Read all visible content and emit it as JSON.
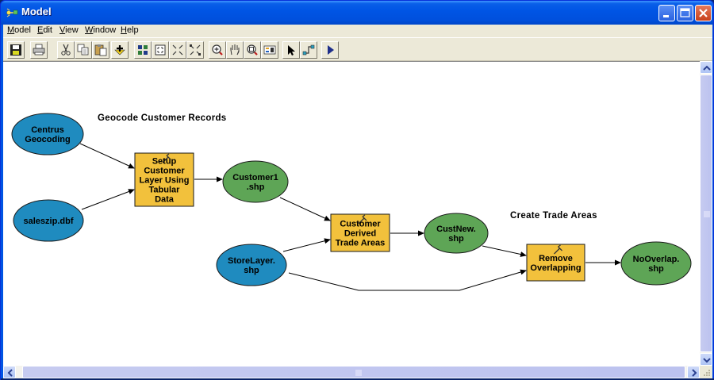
{
  "window": {
    "title": "Model",
    "controls": [
      "minimize",
      "maximize",
      "close"
    ]
  },
  "menubar": {
    "items": [
      {
        "label": "Model",
        "accel": "M"
      },
      {
        "label": "Edit",
        "accel": "E"
      },
      {
        "label": "View",
        "accel": "V"
      },
      {
        "label": "Window",
        "accel": "W"
      },
      {
        "label": "Help",
        "accel": "H"
      }
    ]
  },
  "toolbar": {
    "buttons": [
      {
        "icon": "save-icon"
      },
      {
        "icon": "print-icon"
      },
      {
        "icon": "cut-icon"
      },
      {
        "icon": "copy-icon"
      },
      {
        "icon": "paste-icon"
      },
      {
        "icon": "add-data-icon"
      },
      {
        "icon": "properties-grid-icon"
      },
      {
        "icon": "full-extent-icon"
      },
      {
        "icon": "zoom-in-fixed-icon"
      },
      {
        "icon": "zoom-out-fixed-icon"
      },
      {
        "icon": "zoom-in-icon"
      },
      {
        "icon": "pan-hand-icon"
      },
      {
        "icon": "zoom-full-icon"
      },
      {
        "icon": "auto-layout-icon"
      },
      {
        "icon": "select-pointer-icon"
      },
      {
        "icon": "add-connection-icon"
      },
      {
        "icon": "run-icon"
      }
    ]
  },
  "colors": {
    "input_data": "#1f8bbf",
    "derived_data": "#5ea556",
    "tool": "#f2c13c",
    "connector": "#000000"
  },
  "diagram": {
    "section_titles": [
      {
        "id": "geocode",
        "text": "Geocode Customer Records"
      },
      {
        "id": "trade",
        "text": "Create Trade Areas"
      }
    ],
    "nodes": [
      {
        "id": "centrus",
        "type": "input",
        "lines": [
          "Centrus",
          "Geocoding"
        ]
      },
      {
        "id": "saleszip",
        "type": "input",
        "lines": [
          "saleszip.dbf"
        ]
      },
      {
        "id": "setup",
        "type": "tool",
        "lines": [
          "Setup",
          "Customer",
          "Layer Using",
          "Tabular",
          "Data"
        ]
      },
      {
        "id": "customer1",
        "type": "derived",
        "lines": [
          "Customer1",
          ".shp"
        ]
      },
      {
        "id": "storelayer",
        "type": "input",
        "lines": [
          "StoreLayer.",
          "shp"
        ]
      },
      {
        "id": "derived",
        "type": "tool",
        "lines": [
          "Customer",
          "Derived",
          "Trade Areas"
        ]
      },
      {
        "id": "custnew",
        "type": "derived",
        "lines": [
          "CustNew.",
          "shp"
        ]
      },
      {
        "id": "remove",
        "type": "tool",
        "lines": [
          "Remove",
          "Overlapping"
        ]
      },
      {
        "id": "nooverlap",
        "type": "derived",
        "lines": [
          "NoOverlap.",
          "shp"
        ]
      }
    ],
    "edges": [
      {
        "from": "centrus",
        "to": "setup"
      },
      {
        "from": "saleszip",
        "to": "setup"
      },
      {
        "from": "setup",
        "to": "customer1"
      },
      {
        "from": "customer1",
        "to": "derived"
      },
      {
        "from": "storelayer",
        "to": "derived"
      },
      {
        "from": "derived",
        "to": "custnew"
      },
      {
        "from": "custnew",
        "to": "remove"
      },
      {
        "from": "storelayer",
        "to": "remove"
      },
      {
        "from": "remove",
        "to": "nooverlap"
      }
    ]
  }
}
